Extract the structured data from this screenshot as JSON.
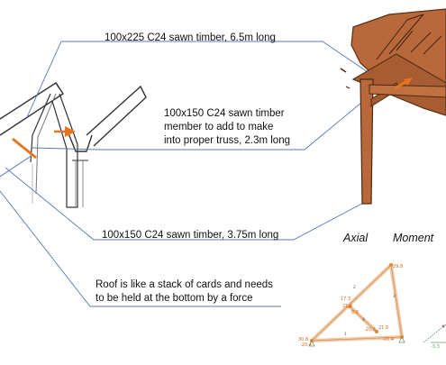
{
  "annotations": {
    "top_member": "100x225 C24 sawn timber, 6.5m long",
    "added_member_line1": "100x150 C24 sawn timber",
    "added_member_line2": "member to add to make",
    "added_member_line3": "into proper truss, 2.3m long",
    "bottom_member": "100x150 C24 sawn timber, 3.75m long",
    "roof_line1": "Roof is like a stack of cards and needs",
    "roof_line2": "to be held at the bottom by a force"
  },
  "analysis": {
    "axial_label": "Axial",
    "moment_label": "Moment",
    "values": {
      "v_top": "29.8",
      "v_mid1": "17.3",
      "v_mid2": "21.6",
      "v_mid3": "8.8",
      "v_bl1": "30.8",
      "v_bl2": "-20.4",
      "v_br1": "-20.6",
      "v_br2": "21.6",
      "v_br3": "-20.4",
      "v_moment": "-3.3"
    }
  },
  "colors": {
    "accent_arrow": "#e8741e",
    "leader_line": "#5a78b8",
    "timber_brown": "#b8683a",
    "beam_peach": "#f3c9a2"
  }
}
